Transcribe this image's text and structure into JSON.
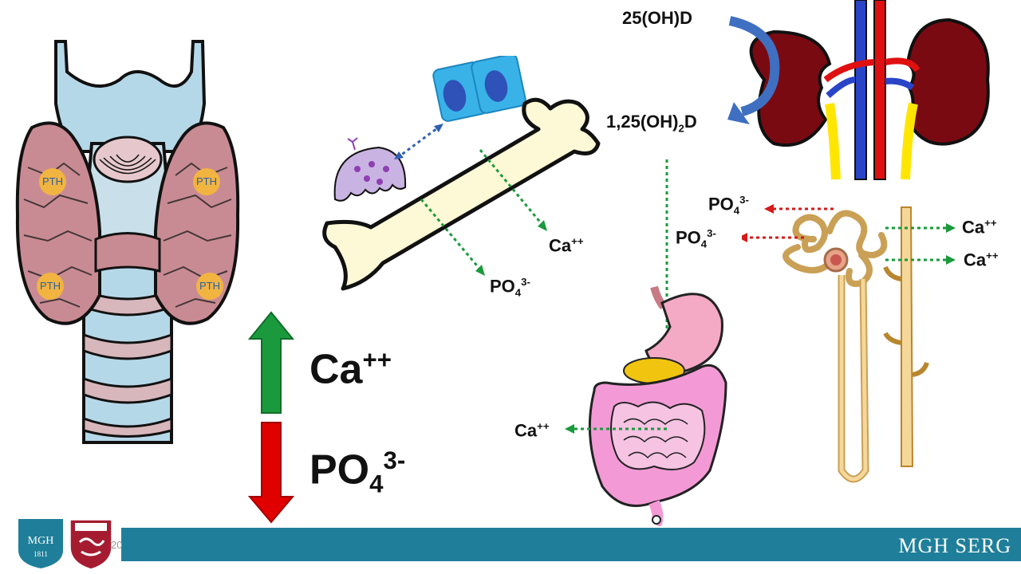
{
  "thyroid": {
    "pth_labels": [
      "PTH",
      "PTH",
      "PTH",
      "PTH"
    ]
  },
  "effects": {
    "calcium": {
      "base": "Ca",
      "sup": "++"
    },
    "phosphate": {
      "base": "PO",
      "sub": "4",
      "sup": "3-"
    }
  },
  "bone": {
    "ca": {
      "base": "Ca",
      "sup": "++"
    },
    "po4": {
      "base": "PO",
      "sub": "4",
      "sup": "3-"
    }
  },
  "kidney": {
    "vitd_precursor": "25(OH)D",
    "vitd_active": {
      "base": "1,25(OH)",
      "sub": "2",
      "tail": "D"
    },
    "po4_top": {
      "base": "PO",
      "sub": "4",
      "sup": "3-"
    },
    "po4_bottom": {
      "base": "PO",
      "sub": "4",
      "sup": "3-"
    },
    "ca_top": {
      "base": "Ca",
      "sup": "++"
    },
    "ca_bottom": {
      "base": "Ca",
      "sup": "++"
    }
  },
  "gut": {
    "ca": {
      "base": "Ca",
      "sup": "++"
    }
  },
  "footer": {
    "brand": "MGH SERG",
    "mgh_logo_text": "MGH",
    "mgh_logo_year": "1811",
    "slide_number": "20"
  },
  "colors": {
    "up_arrow": "#1a9a3c",
    "down_arrow": "#e00000",
    "green_dotted": "#1a9a3c",
    "red_dotted": "#d51a1a",
    "blue_dotted": "#2f5fb3",
    "footer_bar": "#1f7f9a"
  }
}
